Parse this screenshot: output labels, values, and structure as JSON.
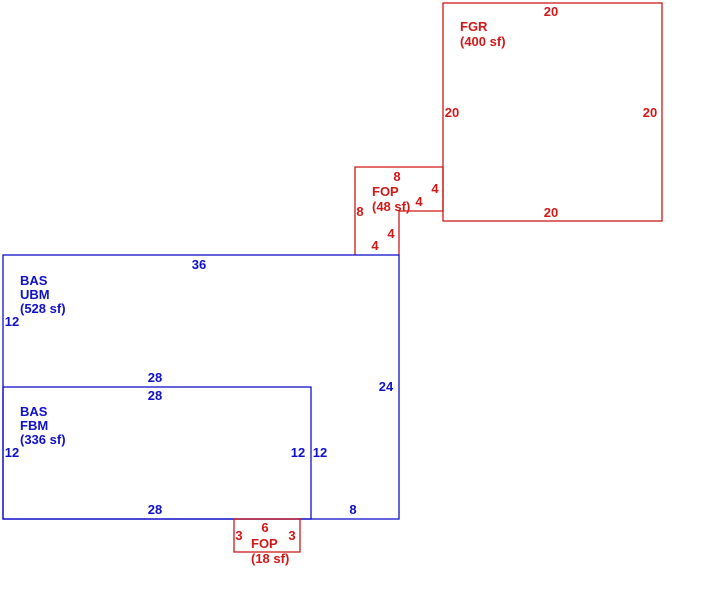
{
  "colors": {
    "blue": "#1010c8",
    "red": "#d01818"
  },
  "areas": {
    "fgr": {
      "code": "FGR",
      "area": "(400 sf)",
      "dims": [
        "20",
        "20",
        "20",
        "20"
      ]
    },
    "fop_top": {
      "code": "FOP",
      "area": "(48 sf)",
      "dims": [
        "8",
        "8",
        "4",
        "4",
        "4",
        "4"
      ]
    },
    "bas_ubm": {
      "code": "BAS",
      "sub": "UBM",
      "area": "(528 sf)",
      "dims": [
        "36",
        "12",
        "24",
        "28",
        "8"
      ]
    },
    "bas_fbm": {
      "code": "BAS",
      "sub": "FBM",
      "area": "(336 sf)",
      "dims": [
        "28",
        "28",
        "12",
        "12",
        "12"
      ]
    },
    "fop_bottom": {
      "code": "FOP",
      "area": "(18 sf)",
      "dims": [
        "6",
        "3",
        "3"
      ]
    }
  }
}
